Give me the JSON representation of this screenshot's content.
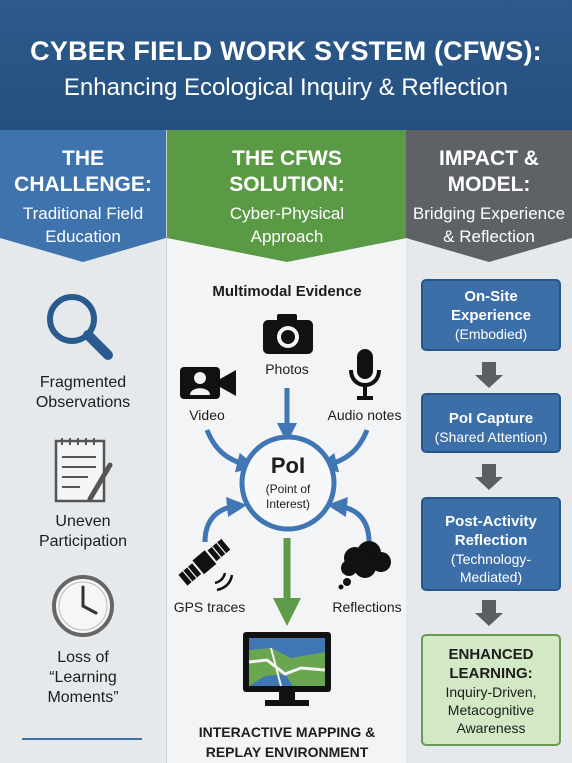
{
  "header": {
    "title": "CYBER FIELD WORK SYSTEM (CFWS):",
    "subtitle": "Enhancing Ecological Inquiry & Reflection"
  },
  "challenge": {
    "heading": [
      "THE",
      "CHALLENGE:"
    ],
    "subheading": [
      "Traditional Field",
      "Education"
    ],
    "items": [
      {
        "icon": "magnifier-icon",
        "label": [
          "Fragmented",
          "Observations"
        ]
      },
      {
        "icon": "notepad-icon",
        "label": [
          "Uneven",
          "Participation"
        ]
      },
      {
        "icon": "clock-icon",
        "label": [
          "Loss of",
          "“Learning",
          "Moments”"
        ]
      }
    ]
  },
  "solution": {
    "heading": [
      "THE CFWS",
      "SOLUTION:"
    ],
    "subheading": [
      "Cyber-Physical",
      "Approach"
    ],
    "evidence_title": "Multimodal Evidence",
    "sources": {
      "photos": "Photos",
      "video": "Video",
      "audio": "Audio notes",
      "gps": "GPS traces",
      "reflections": "Reflections"
    },
    "poi": {
      "abbr": "PoI",
      "full": [
        "(Point of",
        "Interest)"
      ]
    },
    "output": [
      "INTERACTIVE MAPPING &",
      "REPLAY ENVIRONMENT"
    ]
  },
  "impact": {
    "heading": [
      "IMPACT &",
      "MODEL:"
    ],
    "subheading": [
      "Bridging Experience",
      "& Reflection"
    ],
    "steps": [
      {
        "title": [
          "On-Site",
          "Experience"
        ],
        "note": [
          "(Embodied)"
        ]
      },
      {
        "title": [
          "PoI Capture"
        ],
        "note": [
          "(Shared Attention)"
        ]
      },
      {
        "title": [
          "Post-Activity",
          "Reflection"
        ],
        "note": [
          "(Technology-",
          "Mediated)"
        ]
      }
    ],
    "outcome": {
      "title": [
        "ENHANCED",
        "LEARNING:"
      ],
      "note": [
        "Inquiry-Driven,",
        "Metacognitive",
        "Awareness"
      ]
    }
  },
  "colors": {
    "header": "#2d5a8b",
    "challenge_banner": "#3e73ae",
    "solution_banner": "#5a9a44",
    "impact_banner": "#5e6266",
    "step_box": "#3c6fa8",
    "outcome_box": "#d3e8c5",
    "arrow_blue": "#3f76b3",
    "arrow_green": "#5e9a48",
    "arrow_gray": "#5b5f63"
  }
}
